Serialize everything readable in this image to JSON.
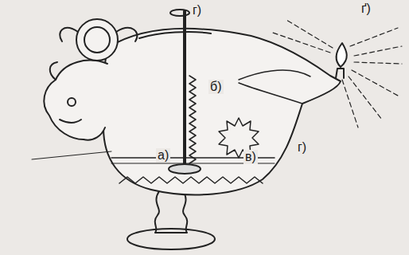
{
  "diagram": {
    "labels": [
      "г)",
      "ґ)",
      "б)",
      "а)",
      "в)",
      "г)"
    ]
  }
}
